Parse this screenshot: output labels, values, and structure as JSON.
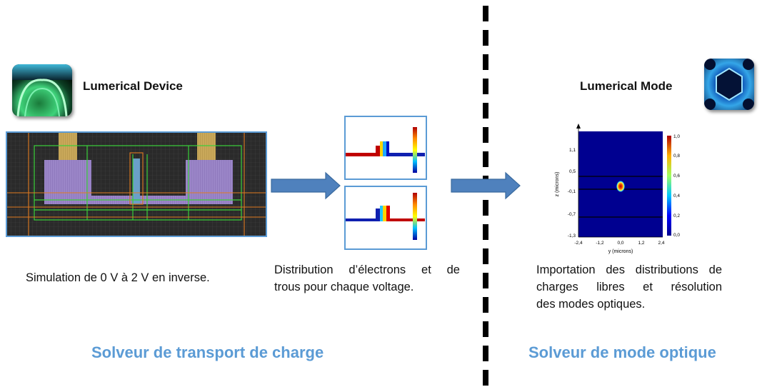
{
  "left": {
    "app_title": "Lumerical Device",
    "description": "Simulation de 0 V à 2 V en inverse.",
    "footer": "Solveur de transport de charge"
  },
  "middle": {
    "description_line1": "Distribution d’électrons et de",
    "description_line2": "trous pour chaque voltage."
  },
  "right": {
    "app_title": "Lumerical Mode",
    "description_line1": "Importation des distributions",
    "description_line2": "de charges libres et résolution",
    "description_line3": "des modes optiques.",
    "footer": "Solveur de mode optique",
    "plot": {
      "z_axis_label": "z (microns)",
      "y_axis_label": "y (microns)",
      "z_ticks": [
        "1,1",
        "0,5",
        "-0,1",
        "-0,7",
        "-1,3"
      ],
      "y_ticks": [
        "-2,4",
        "-1,2",
        "0,0",
        "1,2",
        "2,4"
      ],
      "colorbar_ticks": [
        "1,0",
        "0,8",
        "0,6",
        "0,4",
        "0,2",
        "0,0"
      ]
    }
  },
  "colors": {
    "accent": "#5b9bd5",
    "arrow_fill": "#4f81bd",
    "divider": "#000000"
  },
  "icons": {
    "device_app": "lumerical-device-icon",
    "mode_app": "lumerical-mode-icon"
  }
}
